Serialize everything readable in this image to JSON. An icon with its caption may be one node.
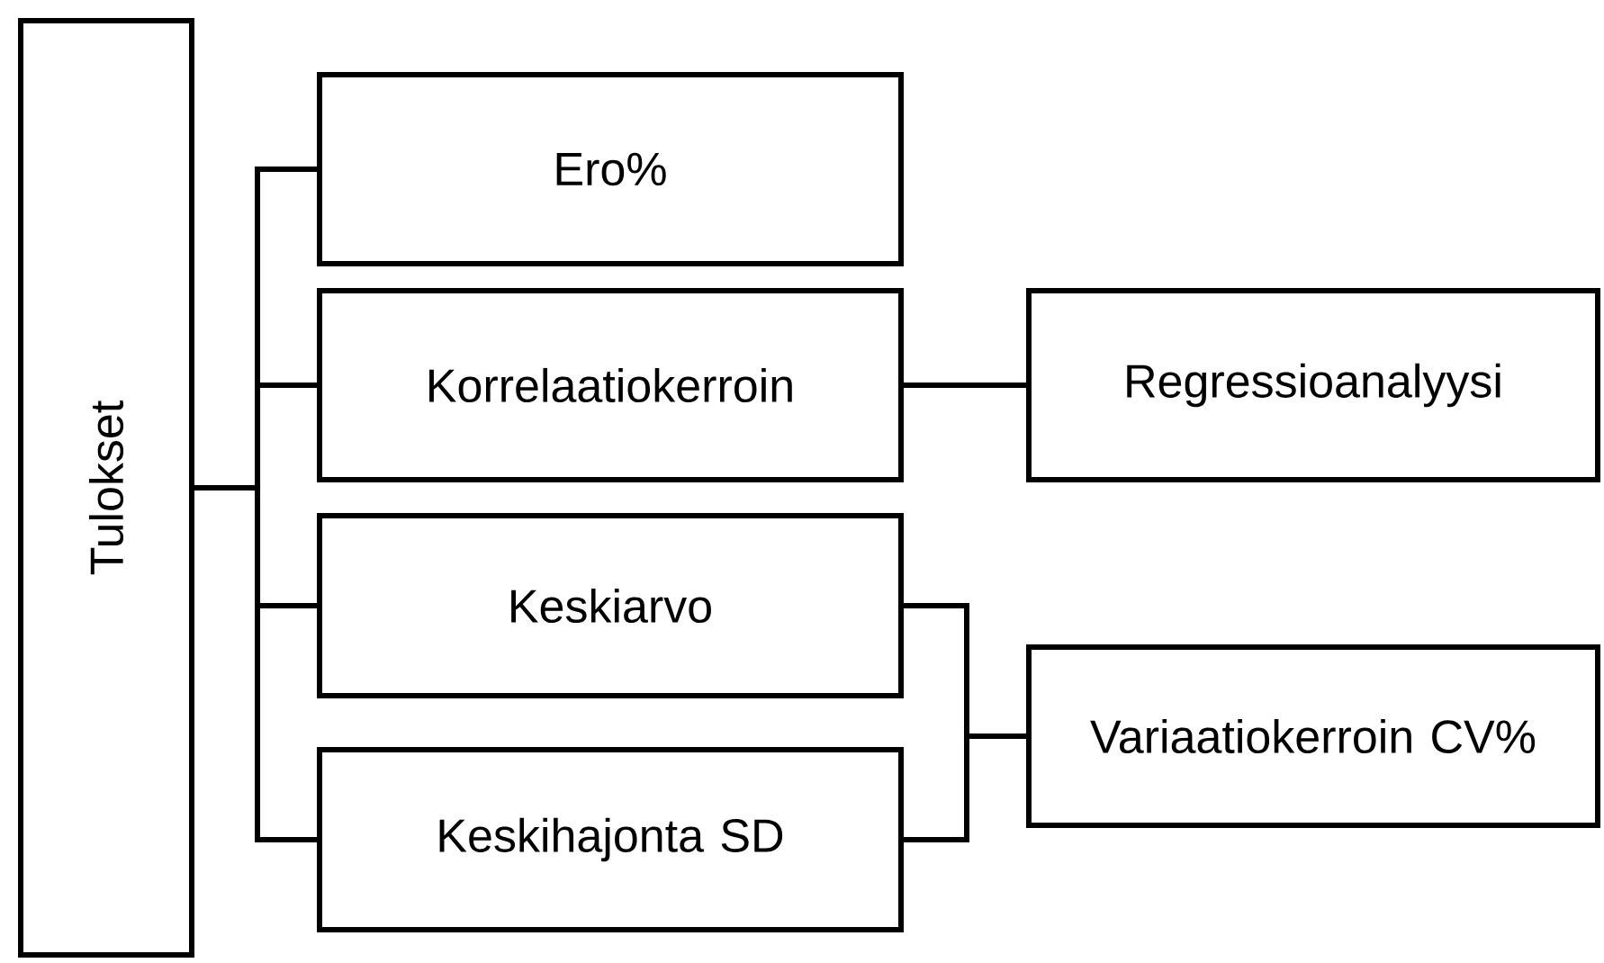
{
  "diagram": {
    "nodes": [
      {
        "text": [
          "Tulokset"
        ]
      },
      {
        "text": [
          "Ero%"
        ]
      },
      {
        "text": [
          "Korrelaatiokerroin"
        ]
      },
      {
        "text": [
          "Keskiarvo"
        ]
      },
      {
        "text": [
          "Keskihajonta SD"
        ]
      },
      {
        "text": [
          "Regressioanalyysi"
        ]
      },
      {
        "text": [
          "Variaatiokerroin CV%"
        ]
      }
    ],
    "edges": [
      {
        "from": 0,
        "to": 1,
        "arrow": "none"
      },
      {
        "from": 0,
        "to": 2,
        "arrow": "none"
      },
      {
        "from": 0,
        "to": 3,
        "arrow": "none"
      },
      {
        "from": 0,
        "to": 4,
        "arrow": "none"
      },
      {
        "from": 2,
        "to": 5,
        "arrow": "none"
      },
      {
        "from": 3,
        "to": 6,
        "arrow": "none"
      },
      {
        "from": 4,
        "to": 6,
        "arrow": "none"
      }
    ]
  }
}
